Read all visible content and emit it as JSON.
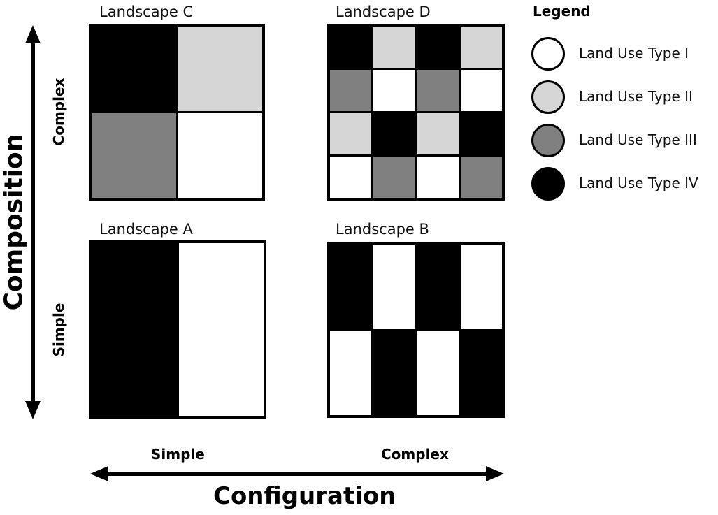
{
  "colors": {
    "type_i": "#ffffff",
    "type_ii": "#d6d6d6",
    "type_iii": "#808080",
    "type_iv": "#000000"
  },
  "axes": {
    "vertical": {
      "title": "Composition",
      "low": "Simple",
      "high": "Complex"
    },
    "horizontal": {
      "title": "Configuration",
      "low": "Simple",
      "high": "Complex"
    }
  },
  "legend": {
    "title": "Legend",
    "items": [
      {
        "label": "Land Use Type I",
        "type": "type_i"
      },
      {
        "label": "Land Use Type II",
        "type": "type_ii"
      },
      {
        "label": "Land Use Type III",
        "type": "type_iii"
      },
      {
        "label": "Land Use Type IV",
        "type": "type_iv"
      }
    ]
  },
  "landscapes": {
    "c": {
      "title": "Landscape C",
      "rows": 2,
      "cols": 2,
      "cells": [
        "type_iv",
        "type_ii",
        "type_iii",
        "type_i"
      ]
    },
    "d": {
      "title": "Landscape D",
      "rows": 4,
      "cols": 4,
      "cells": [
        "type_iv",
        "type_ii",
        "type_iv",
        "type_ii",
        "type_iii",
        "type_i",
        "type_iii",
        "type_i",
        "type_ii",
        "type_iv",
        "type_ii",
        "type_iv",
        "type_i",
        "type_iii",
        "type_i",
        "type_iii"
      ]
    },
    "a": {
      "title": "Landscape A",
      "rows": 1,
      "cols": 2,
      "cells": [
        "type_iv",
        "type_i"
      ]
    },
    "b": {
      "title": "Landscape B",
      "rows": 2,
      "cols": 4,
      "cells": [
        "type_iv",
        "type_i",
        "type_iv",
        "type_i",
        "type_i",
        "type_iv",
        "type_i",
        "type_iv"
      ]
    }
  }
}
